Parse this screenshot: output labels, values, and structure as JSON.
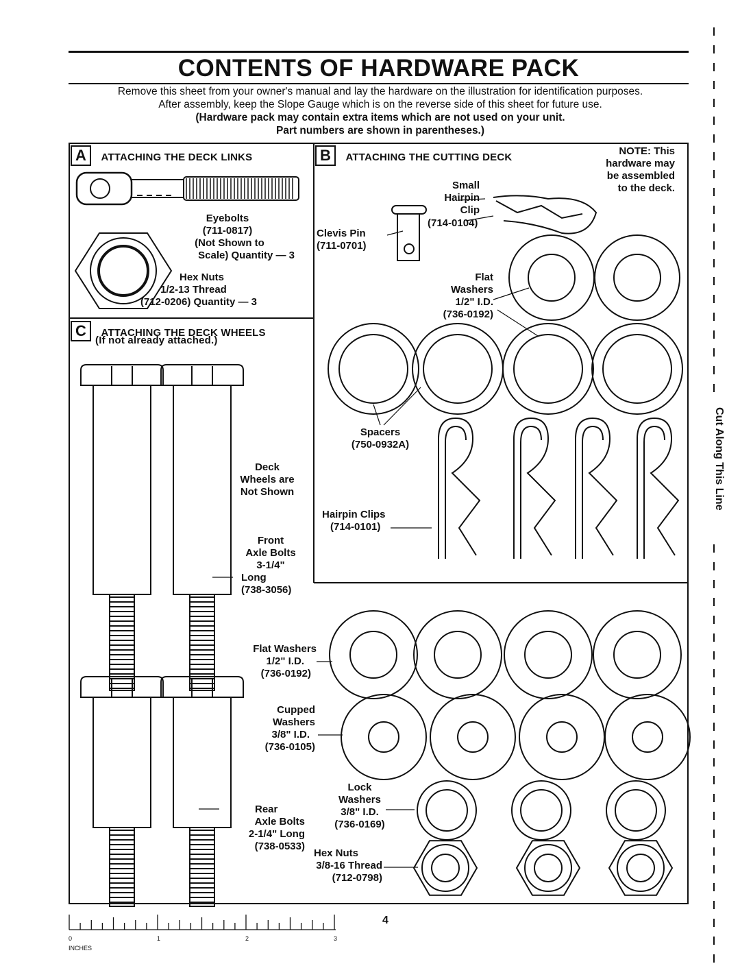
{
  "title": "CONTENTS OF HARDWARE PACK",
  "intro": {
    "line1": "Remove this sheet from your owner's manual and lay the hardware on the illustration for identification purposes.",
    "line2": "After assembly, keep the Slope Gauge which is on the reverse side of this sheet for future use.",
    "line3": "(Hardware pack may contain extra items which are not used on your unit.",
    "line4": "Part numbers are shown in parentheses.)"
  },
  "section_a": {
    "letter": "A",
    "title": "ATTACHING THE DECK LINKS",
    "eyebolts": [
      "Eyebolts",
      "(711-0817)",
      "(Not Shown to",
      "Scale) Quantity — 3"
    ],
    "hexnuts": [
      "Hex Nuts",
      "1/2-13 Thread",
      "(712-0206) Quantity — 3"
    ]
  },
  "section_b": {
    "letter": "B",
    "title": "ATTACHING THE CUTTING DECK",
    "note": [
      "NOTE: This",
      "hardware may",
      "be assembled",
      "to the deck."
    ],
    "small_hairpin": [
      "Small",
      "Hairpin",
      "Clip",
      "(714-0104)"
    ],
    "clevis": [
      "Clevis Pin",
      "(711-0701)"
    ],
    "flat_washers": [
      "Flat",
      "Washers",
      "1/2\" I.D.",
      "(736-0192)"
    ],
    "spacers": [
      "Spacers",
      "(750-0932A)"
    ],
    "hairpin_clips": [
      "Hairpin Clips",
      "(714-0101)"
    ]
  },
  "section_c": {
    "letter": "C",
    "title": "ATTACHING THE DECK WHEELS",
    "subtitle": "(If not already attached.)",
    "deck_wheels": [
      "Deck",
      "Wheels are",
      "Not Shown"
    ],
    "front_axle": [
      "Front",
      "Axle Bolts",
      "3-1/4\"",
      "Long",
      "(738-3056)"
    ],
    "flat_washers": [
      "Flat Washers",
      "1/2\" I.D.",
      "(736-0192)"
    ],
    "cupped_washers": [
      "Cupped",
      "Washers",
      "3/8\" I.D.",
      "(736-0105)"
    ],
    "lock_washers": [
      "Lock",
      "Washers",
      "3/8\" I.D.",
      "(736-0169)"
    ],
    "rear_axle": [
      "Rear",
      "Axle Bolts",
      "2-1/4\" Long",
      "(738-0533)"
    ],
    "hex_nuts": [
      "Hex Nuts",
      "3/8-16 Thread",
      "(712-0798)"
    ]
  },
  "ruler": {
    "ticks": [
      "0",
      "1",
      "2",
      "3"
    ],
    "unit": "INCHES"
  },
  "page_number": "4",
  "cut_line": "Cut Along This Line"
}
